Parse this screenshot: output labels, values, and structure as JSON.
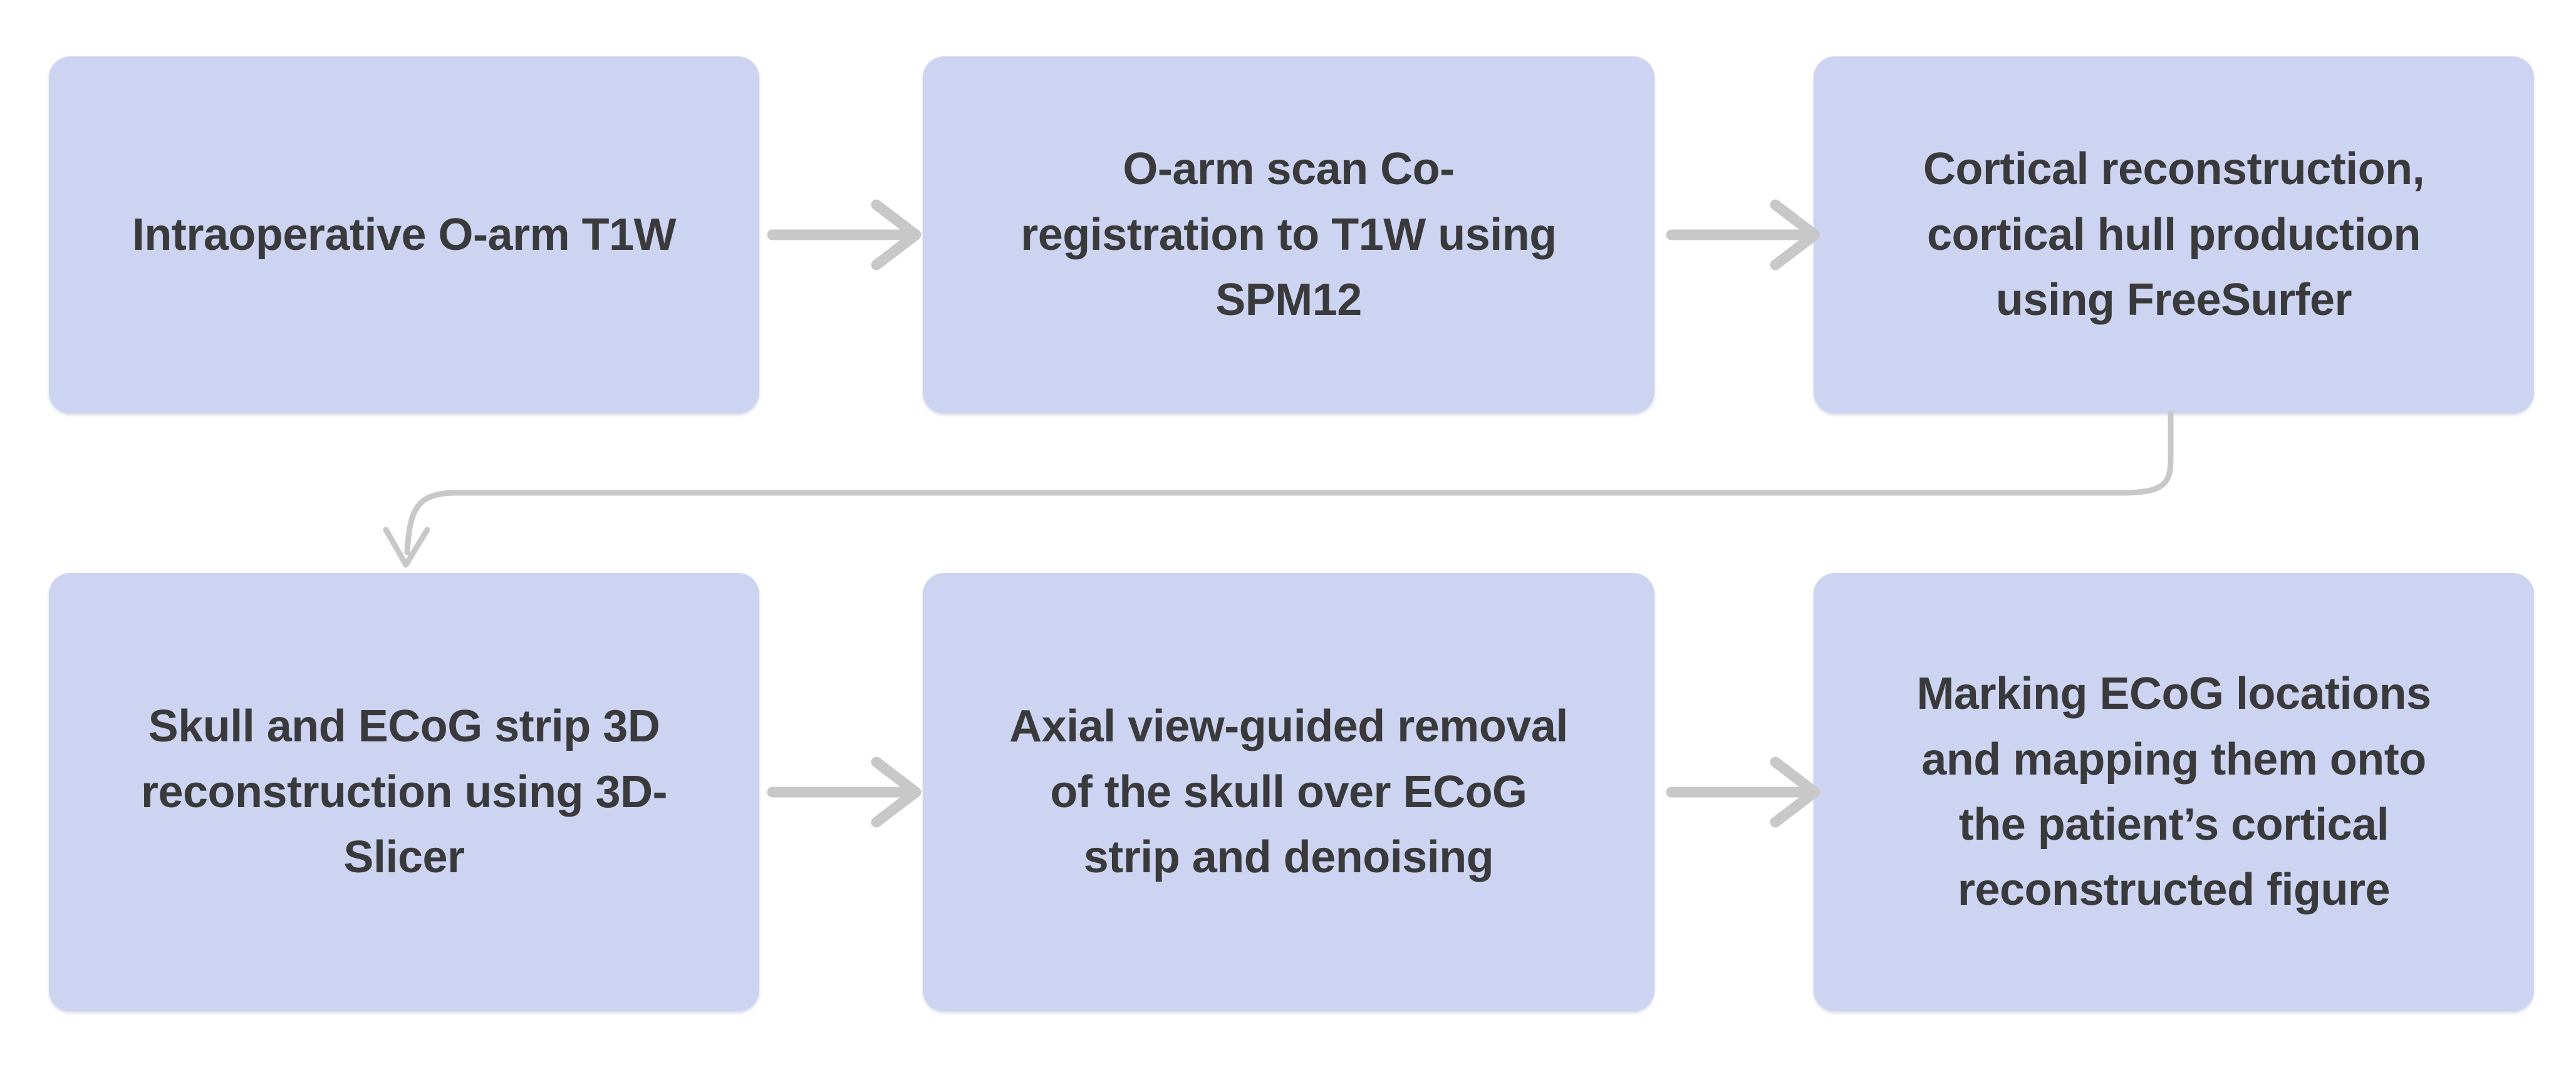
{
  "diagram": {
    "background_color": "#ffffff",
    "node_fill_color": "#cdd4f2",
    "node_text_color": "#3a3a3c",
    "arrow_color": "#c8c8c8",
    "nodes": [
      {
        "id": "step-1",
        "label": "Intraoperative O-arm T1W"
      },
      {
        "id": "step-2",
        "label": "O-arm scan Co-\nregistration to T1W using\nSPM12"
      },
      {
        "id": "step-3",
        "label": "Cortical reconstruction,\ncortical hull production\nusing FreeSurfer"
      },
      {
        "id": "step-4",
        "label": "Skull and ECoG strip 3D\nreconstruction using 3D-\nSlicer"
      },
      {
        "id": "step-5",
        "label": "Axial view-guided removal\nof the skull over ECoG\nstrip and denoising"
      },
      {
        "id": "step-6",
        "label": "Marking ECoG locations\nand mapping them onto\nthe patient’s cortical\nreconstructed figure"
      }
    ],
    "connections": [
      {
        "from": "step-1",
        "to": "step-2",
        "type": "straight-right-arrow"
      },
      {
        "from": "step-2",
        "to": "step-3",
        "type": "straight-right-arrow"
      },
      {
        "from": "step-3",
        "to": "step-4",
        "type": "curved-down-left-arrow"
      },
      {
        "from": "step-4",
        "to": "step-5",
        "type": "straight-right-arrow"
      },
      {
        "from": "step-5",
        "to": "step-6",
        "type": "straight-right-arrow"
      }
    ]
  }
}
